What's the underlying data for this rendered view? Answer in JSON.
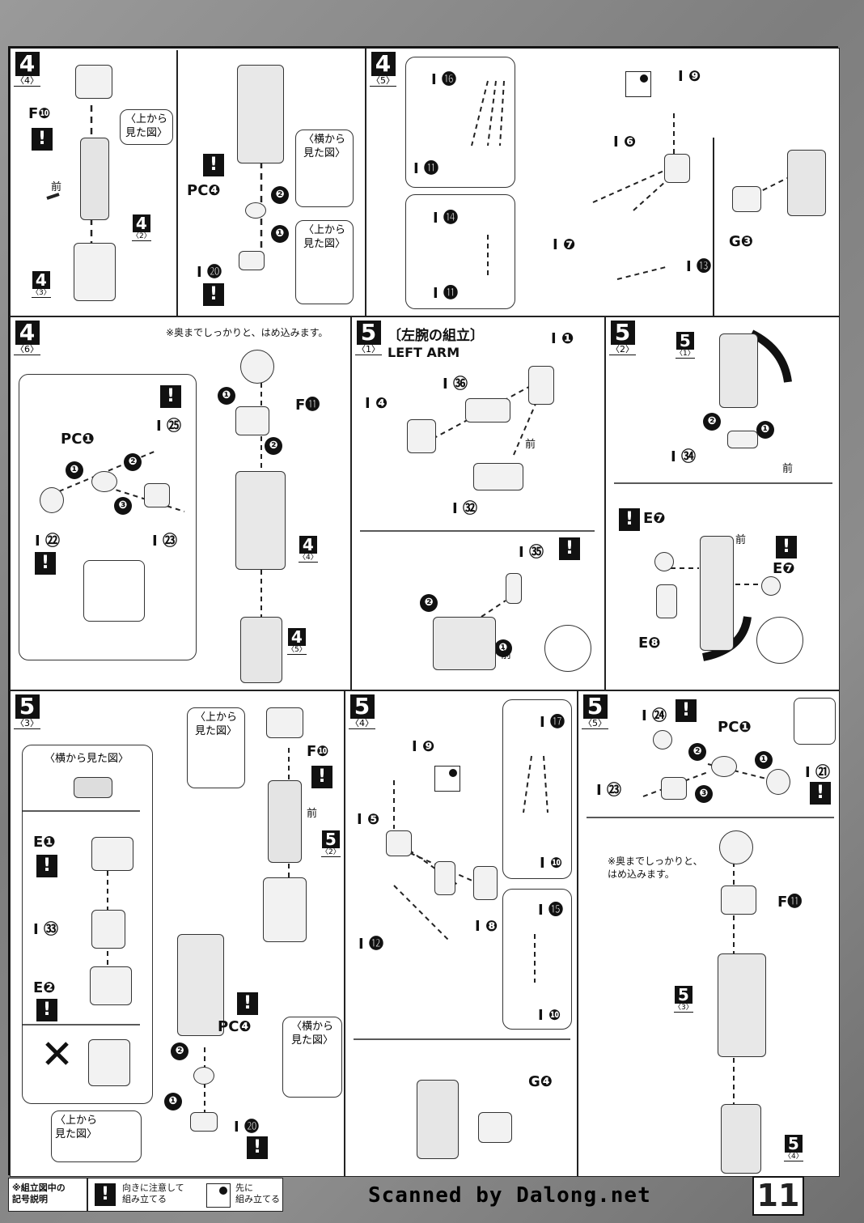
{
  "page_number": "11",
  "scanned_by": "Scanned by Dalong.net",
  "legend": {
    "title": "※組立図中の\n記号説明",
    "items": [
      {
        "icon": "warning-icon",
        "text": "向きに注意して\n組み立てる"
      },
      {
        "icon": "assemble-first-icon",
        "text": "先に\n組み立てる"
      }
    ]
  },
  "panels": {
    "p4_4": {
      "step": "4",
      "sub": "〈4〉",
      "labels": {
        "f10": "F❿",
        "forward": "前",
        "pc4": "PC❹",
        "i20": "I ⓴",
        "ref42": "4",
        "ref42sub": "〈2〉",
        "ref43": "4",
        "ref43sub": "〈3〉"
      },
      "views": {
        "top1": "〈上から\n見た図〉",
        "side": "〈横から\n見た図〉",
        "top2": "〈上から\n見た図〉"
      },
      "order": [
        "❶",
        "❷"
      ]
    },
    "p4_5": {
      "step": "4",
      "sub": "〈5〉",
      "labels": {
        "i16": "I ⓰",
        "i11a": "I ⓫",
        "i9": "I ❾",
        "i6": "I ❻",
        "i14": "I ⓮",
        "i11b": "I ⓫",
        "i7": "I ❼",
        "i13": "I ⓭",
        "g3": "G❸"
      }
    },
    "p4_6": {
      "step": "4",
      "sub": "〈6〉",
      "note": "※奥までしっかりと、はめ込みます。",
      "labels": {
        "pc1": "PC❶",
        "i25": "I ㉕",
        "i22": "I ㉒",
        "i23": "I ㉓",
        "f11": "F⓫",
        "ref44": "4",
        "ref44sub": "〈4〉",
        "ref45": "4",
        "ref45sub": "〈5〉"
      },
      "order": [
        "❶",
        "❷",
        "❸",
        "❶",
        "❷"
      ]
    },
    "p5_1": {
      "step": "5",
      "sub": "〈1〉",
      "title": "〔左腕の組立〕",
      "title_en": "LEFT ARM",
      "labels": {
        "i1": "I ❶",
        "i36": "I ㊱",
        "i4": "I ❹",
        "i32": "I ㉜",
        "i35": "I ㉟",
        "forward1": "前",
        "forward2": "前"
      },
      "order": [
        "❷",
        "❶"
      ]
    },
    "p5_2": {
      "step": "5",
      "sub": "〈2〉",
      "labels": {
        "ref51": "5",
        "ref51sub": "〈1〉",
        "i34": "I ㉞",
        "forward1": "前",
        "e7a": "E❼",
        "forward2": "前",
        "e7b": "E❼",
        "e8": "E❽"
      },
      "order": [
        "❷",
        "❶"
      ]
    },
    "p5_3": {
      "step": "5",
      "sub": "〈3〉",
      "labels": {
        "e1": "E❶",
        "i33": "I ㉝",
        "e2": "E❷",
        "f10": "F❿",
        "forward": "前",
        "ref52": "5",
        "ref52sub": "〈2〉",
        "pc4": "PC❹",
        "i20": "I ⓴"
      },
      "views": {
        "side1": "〈横から見た図〉",
        "top1": "〈上から\n見た図〉",
        "side2": "〈横から\n見た図〉",
        "top2": "〈上から\n見た図〉"
      },
      "order": [
        "❷",
        "❶"
      ]
    },
    "p5_4": {
      "step": "5",
      "sub": "〈4〉",
      "labels": {
        "i9": "I ❾",
        "i5": "I ❺",
        "i12": "I ⓬",
        "i8": "I ❽",
        "i17": "I ⓱",
        "i10a": "I ❿",
        "i15": "I ⓯",
        "i10b": "I ❿",
        "g4": "G❹"
      }
    },
    "p5_5": {
      "step": "5",
      "sub": "〈5〉",
      "note": "※奥までしっかりと、\nはめ込みます。",
      "labels": {
        "i24": "I ㉔",
        "pc1": "PC❶",
        "i21": "I ㉑",
        "i23": "I ㉓",
        "f11": "F⓫",
        "ref53": "5",
        "ref53sub": "〈3〉",
        "ref54": "5",
        "ref54sub": "〈4〉"
      },
      "order": [
        "❷",
        "❶",
        "❸"
      ]
    }
  }
}
